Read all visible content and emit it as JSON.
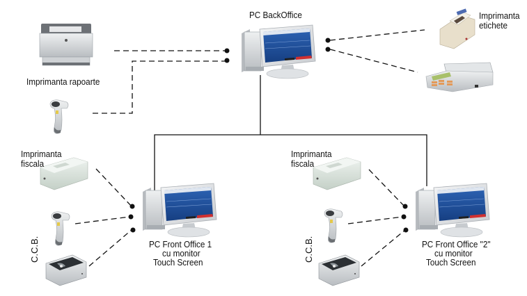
{
  "diagram": {
    "nodes": {
      "backoffice": {
        "label": "PC BackOffice",
        "icon": "desktop-pc-icon"
      },
      "report_printer": {
        "label": "Imprimanta rapoarte",
        "icon": "laser-printer-icon"
      },
      "back_scanner": {
        "label": "",
        "icon": "barcode-scanner-icon"
      },
      "label_printer": {
        "label_lines": [
          "Imprimanta",
          "etichete"
        ],
        "icon": "label-printer-icon"
      },
      "scale": {
        "label": "",
        "icon": "label-scale-icon"
      },
      "front1": {
        "label_lines": [
          "PC Front Office 1",
          "cu monitor",
          "Touch Screen"
        ],
        "icon": "touchscreen-pc-icon"
      },
      "front2": {
        "label_lines": [
          "PC Front Office \"2\"",
          "cu monitor",
          "Touch Screen"
        ],
        "icon": "touchscreen-pc-icon"
      },
      "fiscal1": {
        "label_lines": [
          "Imprimanta",
          "fiscala"
        ],
        "icon": "fiscal-printer-icon"
      },
      "fiscal2": {
        "label_lines": [
          "Imprimanta",
          "fiscala"
        ],
        "icon": "fiscal-printer-icon"
      },
      "scanner1": {
        "label": "",
        "icon": "barcode-scanner-icon"
      },
      "scanner2": {
        "label": "",
        "icon": "barcode-scanner-icon"
      },
      "ccb1": {
        "label": "C.C.B.",
        "icon": "cash-drawer-icon"
      },
      "ccb2": {
        "label": "C.C.B.",
        "icon": "cash-drawer-icon"
      }
    },
    "edges": [
      {
        "from": "report_printer",
        "to": "backoffice",
        "style": "dashed"
      },
      {
        "from": "back_scanner",
        "to": "backoffice",
        "style": "dashed"
      },
      {
        "from": "label_printer",
        "to": "backoffice",
        "style": "dashed"
      },
      {
        "from": "scale",
        "to": "backoffice",
        "style": "dashed"
      },
      {
        "from": "backoffice",
        "to": "front1",
        "style": "solid"
      },
      {
        "from": "backoffice",
        "to": "front2",
        "style": "solid"
      },
      {
        "from": "fiscal1",
        "to": "front1",
        "style": "dashed"
      },
      {
        "from": "scanner1",
        "to": "front1",
        "style": "dashed"
      },
      {
        "from": "ccb1",
        "to": "front1",
        "style": "dashed"
      },
      {
        "from": "fiscal2",
        "to": "front2",
        "style": "dashed"
      },
      {
        "from": "scanner2",
        "to": "front2",
        "style": "dashed"
      },
      {
        "from": "ccb2",
        "to": "front2",
        "style": "dashed"
      }
    ],
    "colors": {
      "line": "#111111",
      "screen_blue": "#1e4f9a",
      "device_grey": "#d9dcdf",
      "fiscal_green": "#dfe8e2"
    }
  }
}
